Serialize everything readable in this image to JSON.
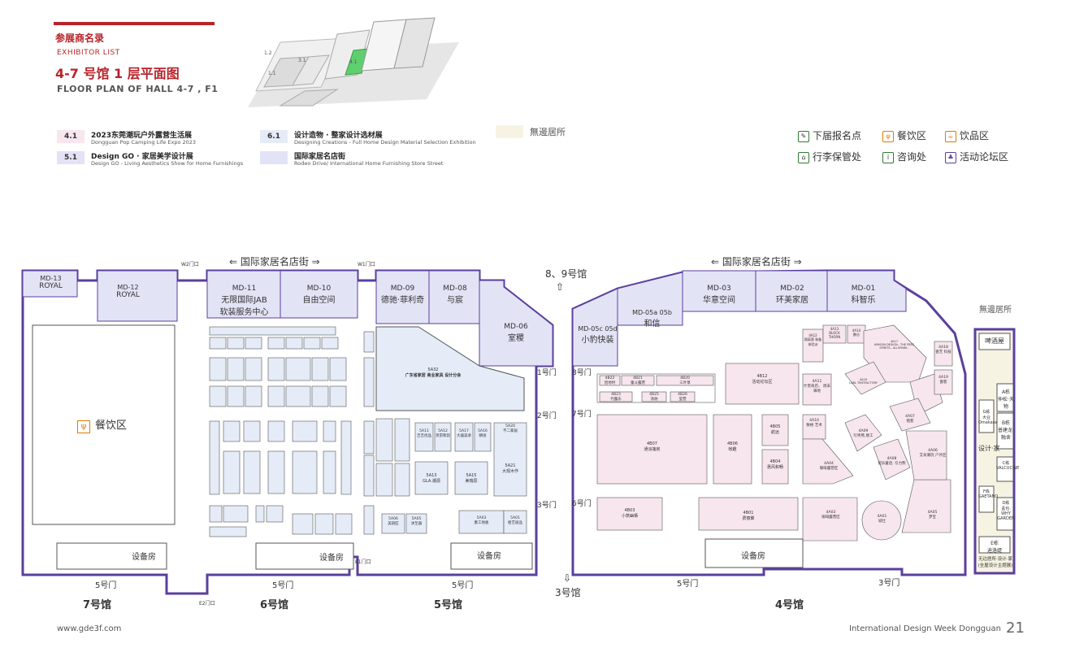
{
  "header": {
    "title_cn": "参展商名录",
    "title_en": "EXHIBITOR LIST",
    "floor_cn": "4-7 号馆 1 层平面图",
    "floor_en": "FLOOR PLAN OF HALL 4-7 , F1"
  },
  "legend": [
    {
      "num": "4.1",
      "cn": "2023东莞潮玩户外露营生活展",
      "en": "Dongguan Pop Camping Life Expo 2023",
      "color": "#f7e6ee"
    },
    {
      "num": "5.1",
      "cn": "Design GO · 家居美学设计展",
      "en": "Design GO - Living Aesthetics Show for Home Furnishings",
      "color": "#e4e2f5"
    },
    {
      "num": "6.1",
      "cn": "设计造物 · 整家设计选材展",
      "en": "Designing Creations - Full Home Design Material Selection Exhibition",
      "color": "#e5ebf7"
    },
    {
      "num": "",
      "cn": "国际家居名店街",
      "en": "Rodeo Drive/ International Home Furnishing Store Street",
      "color": "#e3e3f6"
    }
  ],
  "brand_label": "無邊居所",
  "services": [
    {
      "label": "下届报名点",
      "icon": "registration-icon",
      "color": "#2e7d32"
    },
    {
      "label": "餐饮区",
      "icon": "dining-icon",
      "color": "#e07b00"
    },
    {
      "label": "饮品区",
      "icon": "drink-icon",
      "color": "#e07b00"
    },
    {
      "label": "行李保管处",
      "icon": "luggage-icon",
      "color": "#2e7d32"
    },
    {
      "label": "咨询处",
      "icon": "info-icon",
      "color": "#2e7d32"
    },
    {
      "label": "活动论坛区",
      "icon": "forum-icon",
      "color": "#5b3f9e"
    }
  ],
  "map": {
    "street_top_left": "⇐ 国际家居名店街 ⇒",
    "street_top_right": "⇐ 国际家居名店街 ⇒",
    "hall_89": "8、9号馆",
    "hall_3": "3号馆",
    "halls": [
      "7号馆",
      "6号馆",
      "5号馆",
      "4号馆"
    ],
    "gates": {
      "w2": "W2门口",
      "w1": "W1门口",
      "e2": "E2门口",
      "e1": "E1门口",
      "door5_7": "5号门",
      "door5_6": "5号门",
      "door5_5": "5号门",
      "door5_4": "5号门",
      "door3": "3号门",
      "door1": "1号门",
      "door2": "2号门",
      "door3r": "3号门",
      "door8": "8号门",
      "door7": "7号门",
      "door6": "6号门"
    },
    "equipment": "设备房",
    "dining_area": "餐饮区",
    "md_booths": [
      {
        "id": "MD-13",
        "name": "ROYAL"
      },
      {
        "id": "MD-12",
        "name": "ROYAL"
      },
      {
        "id": "MD-11",
        "name": "无限国际JAB\n软装服务中心"
      },
      {
        "id": "MD-10",
        "name": "自由空间"
      },
      {
        "id": "MD-09",
        "name": "德驰·菲利奇"
      },
      {
        "id": "MD-08",
        "name": "与宸"
      },
      {
        "id": "MD-06",
        "name": "室稷"
      },
      {
        "id": "MD-05c 05d",
        "name": "小豹快装"
      },
      {
        "id": "MD-05a 05b",
        "name": "和信"
      },
      {
        "id": "MD-03",
        "name": "华意空间"
      },
      {
        "id": "MD-02",
        "name": "环美家居"
      },
      {
        "id": "MD-01",
        "name": "科智乐"
      }
    ],
    "hall5_booths": [
      {
        "id": "5A32",
        "name": "广东省家居 商业家具 设计分会"
      },
      {
        "id": "5A11",
        "name": "吉吉优品"
      },
      {
        "id": "5A12",
        "name": "贤昂和韵"
      },
      {
        "id": "5A17",
        "name": "大器美承"
      },
      {
        "id": "5A16",
        "name": "朝语"
      },
      {
        "id": "5A20",
        "name": "不二家居"
      },
      {
        "id": "5A13",
        "name": "GLA.潮源"
      },
      {
        "id": "5A15",
        "name": "美瑞思"
      },
      {
        "id": "5A21",
        "name": "大观木作"
      },
      {
        "id": "5A06",
        "name": "美链匠"
      },
      {
        "id": "5A05",
        "name": "沐至器"
      },
      {
        "id": "5A03",
        "name": "墨工地板"
      },
      {
        "id": "5A01",
        "name": "栢艺居品"
      }
    ],
    "hall4_booths": [
      {
        "id": "4B22",
        "name": "因地时"
      },
      {
        "id": "4B21",
        "name": "童斗露营"
      },
      {
        "id": "4B20",
        "name": "三叶草"
      },
      {
        "id": "4B23",
        "name": "代露乐"
      },
      {
        "id": "4B25",
        "name": "涂驹"
      },
      {
        "id": "4B26",
        "name": "萤营"
      },
      {
        "id": "4B12",
        "name": "活动论坛区"
      },
      {
        "id": "4B07",
        "name": "通派篷房"
      },
      {
        "id": "4B06",
        "name": "帐趣"
      },
      {
        "id": "4B05",
        "name": "航远"
      },
      {
        "id": "4B04",
        "name": "惠风和畅"
      },
      {
        "id": "4B03",
        "name": "小筑幽栖"
      },
      {
        "id": "4B01",
        "name": "费丽聚"
      },
      {
        "id": "4A12",
        "name": "隔离营 装备 体验派"
      },
      {
        "id": "4A13",
        "name": "BLOCK THORN"
      },
      {
        "id": "4A14",
        "name": "鹏谷"
      },
      {
        "id": "4A11",
        "name": "什贵商店、 周末驿地"
      },
      {
        "id": "4A10",
        "name": "致格 艺术"
      },
      {
        "id": "4A04",
        "name": "咖啡露营区"
      },
      {
        "id": "4A03",
        "name": "咖啡露营区"
      },
      {
        "id": "4A17",
        "name": "KIMSON DESIGN.. THE FREE SPIRITS.. ALLSPARK.."
      },
      {
        "id": "4A16",
        "name": "LUBL TENTFACTORY"
      },
      {
        "id": "4A09",
        "name": "叮咚熊.厘工"
      },
      {
        "id": "4A08",
        "name": "玩乐童话. 引力熊"
      },
      {
        "id": "4A07",
        "name": "铭客"
      },
      {
        "id": "4A06",
        "name": "艾肯潮玩 户外区"
      },
      {
        "id": "4A18",
        "name": "壹艺 科技"
      },
      {
        "id": "4A19",
        "name": "傲客"
      },
      {
        "id": "4A05",
        "name": "梦宝"
      },
      {
        "id": "4A01",
        "name": "城仕"
      }
    ],
    "right_panel": {
      "top": "啤酒屋",
      "buildings": [
        {
          "id": "A栋",
          "name": "仲松·天物"
        },
        {
          "id": "B栋",
          "name": "普建龙·融舍"
        },
        {
          "id": "C栋",
          "name": "VALCUCINE"
        },
        {
          "id": "D栋",
          "name": "孟也· WHY GARDEN"
        },
        {
          "id": "E栋",
          "name": "迪洛缇"
        },
        {
          "id": "F栋",
          "name": "GAETANO"
        },
        {
          "id": "G栋",
          "name": "大业 Omakase"
        }
      ],
      "design_home": "设计·家",
      "footer": "无边居所·设计·家",
      "footer_sub": "(全屋设计主题展)"
    }
  },
  "footer": {
    "url": "www.gde3f.com",
    "event": "International Design Week Dongguan",
    "page": "21"
  }
}
